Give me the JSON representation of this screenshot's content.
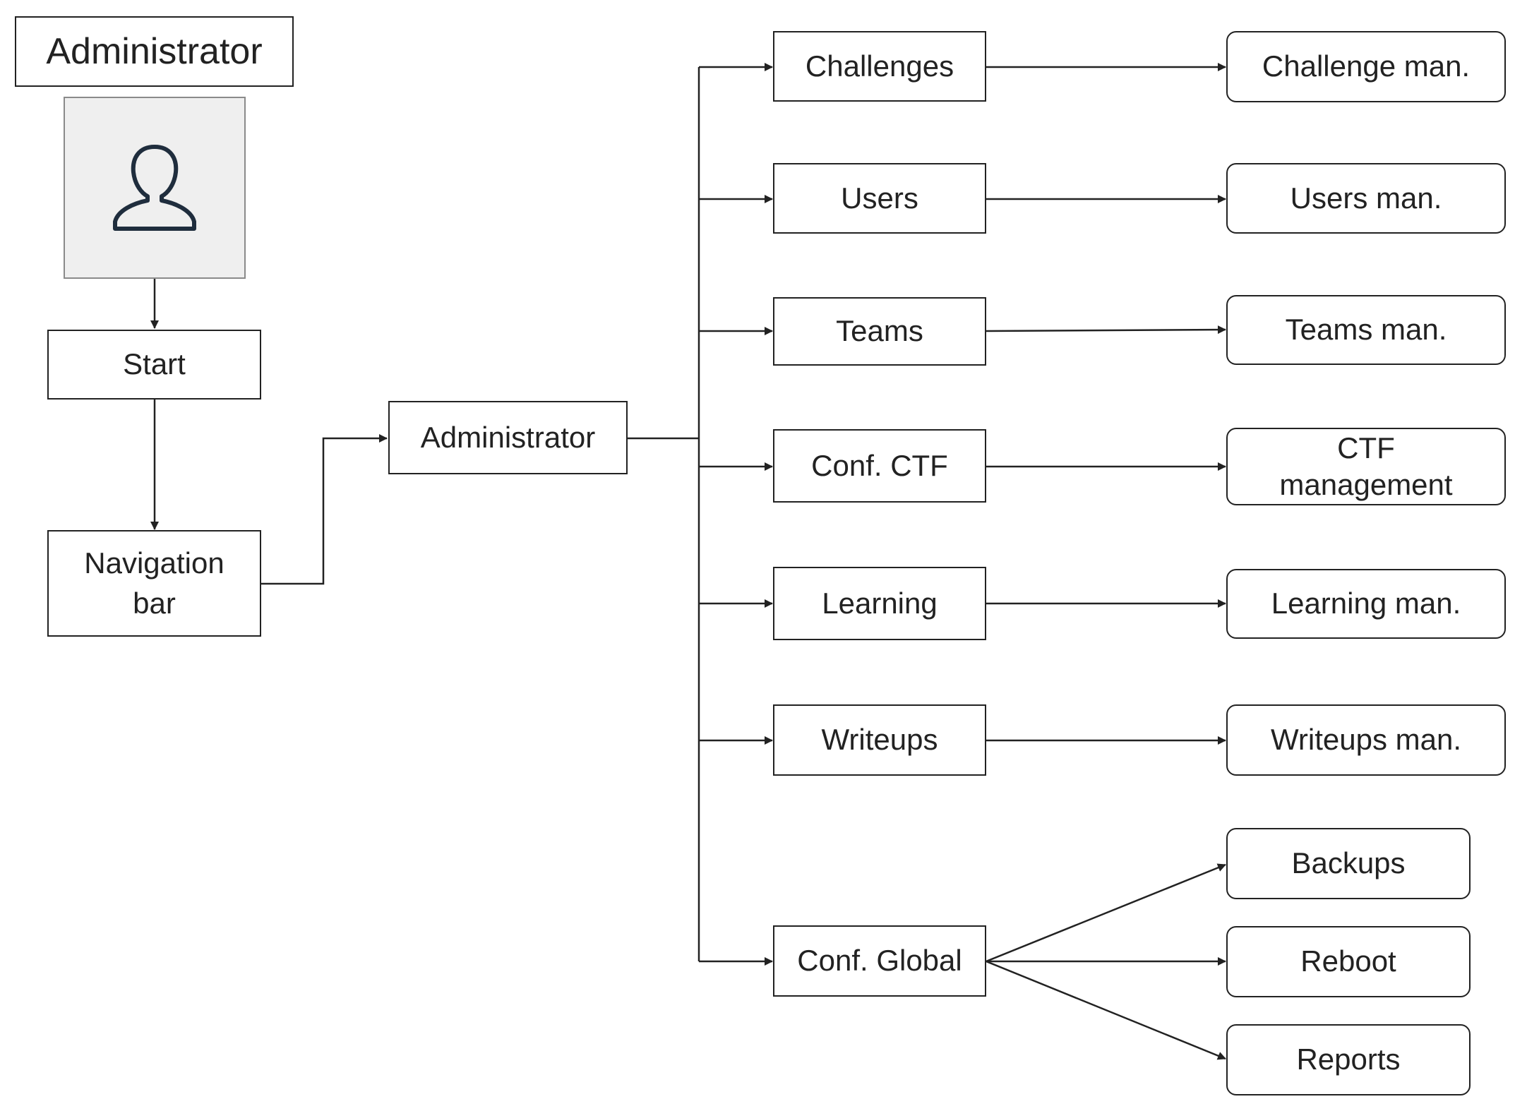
{
  "actor": {
    "title": "Administrator",
    "icon": "user-icon"
  },
  "flow": {
    "start": "Start",
    "navigation": "Navigation\nbar",
    "admin": "Administrator"
  },
  "sections": [
    {
      "label": "Challenges",
      "target": "Challenge man."
    },
    {
      "label": "Users",
      "target": "Users man."
    },
    {
      "label": "Teams",
      "target": "Teams man."
    },
    {
      "label": "Conf. CTF",
      "target": "CTF\nmanagement"
    },
    {
      "label": "Learning",
      "target": "Learning man."
    },
    {
      "label": "Writeups",
      "target": "Writeups man."
    }
  ],
  "global": {
    "label": "Conf. Global",
    "targets": [
      "Backups",
      "Reboot",
      "Reports"
    ]
  },
  "colors": {
    "line": "#222222",
    "avatar_bg": "#efefef",
    "icon_stroke": "#1f2d3d"
  }
}
